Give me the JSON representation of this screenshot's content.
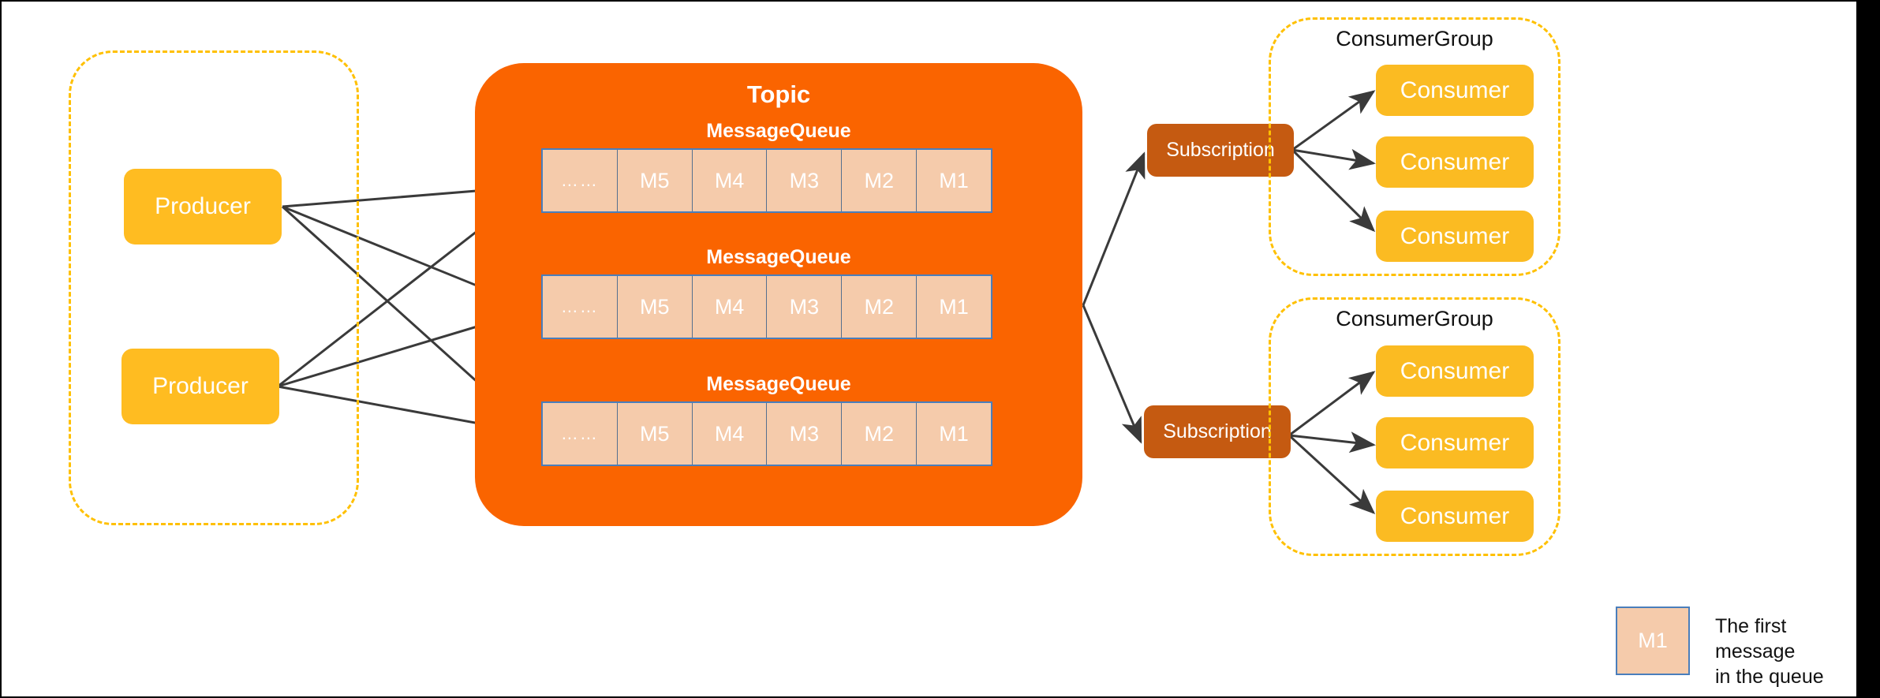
{
  "diagram": {
    "title": "RocketMQ message model",
    "colors": {
      "topic_bg": "#FA6400",
      "producer_bg": "#FFBC21",
      "consumer_bg": "#FBBB22",
      "subscription_bg": "#C55A11",
      "message_cell_bg": "#F5CBAB",
      "message_cell_border": "#4A7EBB",
      "dashed_group_border": "#FFC000",
      "arrow": "#3A3A3A",
      "page_bg": "#FFFFFF",
      "right_band": "#000000"
    }
  },
  "producer_group": {
    "label": "",
    "items": [
      {
        "label": "Producer"
      },
      {
        "label": "Producer"
      }
    ]
  },
  "topic": {
    "title": "Topic",
    "queues": [
      {
        "label": "MessageQueue",
        "cells": [
          "……",
          "M5",
          "M4",
          "M3",
          "M2",
          "M1"
        ]
      },
      {
        "label": "MessageQueue",
        "cells": [
          "……",
          "M5",
          "M4",
          "M3",
          "M2",
          "M1"
        ]
      },
      {
        "label": "MessageQueue",
        "cells": [
          "……",
          "M5",
          "M4",
          "M3",
          "M2",
          "M1"
        ]
      }
    ]
  },
  "subscriptions": [
    {
      "label": "Subscription"
    },
    {
      "label": "Subscription"
    }
  ],
  "consumer_groups": [
    {
      "label": "ConsumerGroup",
      "consumers": [
        {
          "label": "Consumer"
        },
        {
          "label": "Consumer"
        },
        {
          "label": "Consumer"
        }
      ]
    },
    {
      "label": "ConsumerGroup",
      "consumers": [
        {
          "label": "Consumer"
        },
        {
          "label": "Consumer"
        },
        {
          "label": "Consumer"
        }
      ]
    }
  ],
  "legend": {
    "swatch_label": "M1",
    "description": "The first message\nin the queue"
  }
}
